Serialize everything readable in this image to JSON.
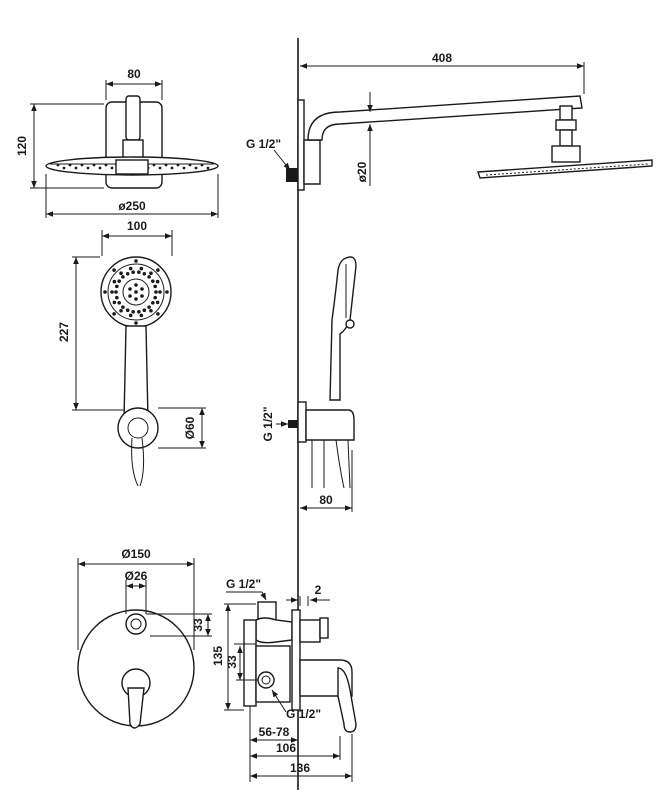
{
  "dimensions": {
    "arm_length": "408",
    "head_plate_width": "80",
    "head_height": "120",
    "head_diameter": "ø250",
    "arm_diameter": "ø20",
    "wall_thread_top": "G 1/2\"",
    "hand_width": "100",
    "hand_length": "227",
    "holder_diameter": "Ø60",
    "holder_thread": "G 1/2\"",
    "holder_depth": "80",
    "plate_diameter": "Ø150",
    "knob_diameter": "Ø26",
    "knob_offset": "33",
    "valve_thread_top": "G 1/2\"",
    "plaster_gap": "2",
    "valve_height": "135",
    "valve_offset": "33",
    "valve_thread_bottom": "G 1/2\"",
    "mount_depth": "56-78",
    "body_depth": "106",
    "total_depth": "136"
  }
}
